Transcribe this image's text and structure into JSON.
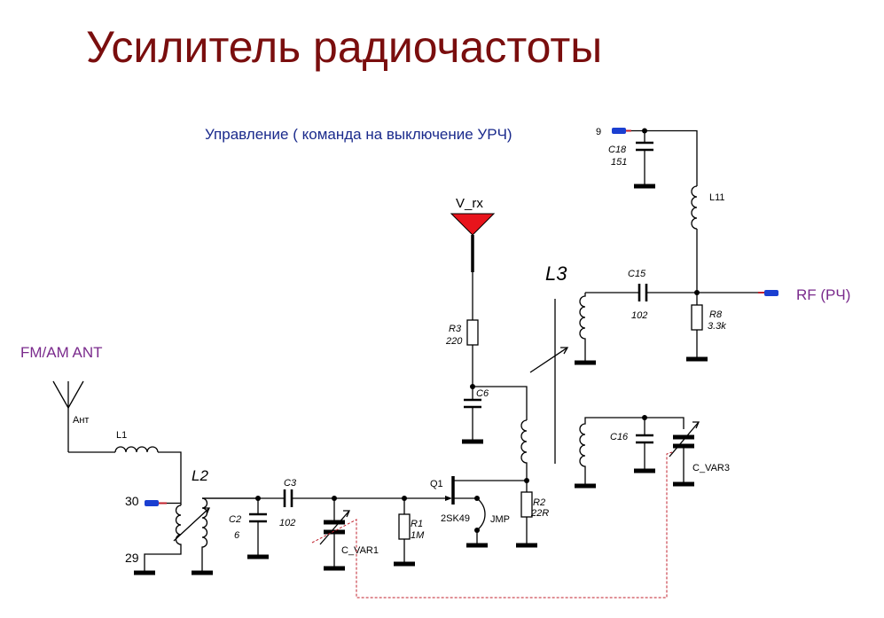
{
  "diagram": {
    "title": "Усилитель радиочастоты",
    "control_label": "Управление ( команда на выключение УРЧ)",
    "control_pin": "9",
    "antenna_label": "FM/AM ANT",
    "antenna_tag": "Ант",
    "rf_out_label": "RF (РЧ)",
    "vrx_label": "V_rx",
    "pin_30": "30",
    "pin_29": "29",
    "components": {
      "L1": "L1",
      "L2": "L2",
      "L3": "L3",
      "L11": "L11",
      "C2": "C2",
      "C2_val": "6",
      "C3": "C3",
      "C3_val": "102",
      "C6": "C6",
      "C15": "C15",
      "C15_val": "102",
      "C16": "C16",
      "C18": "C18",
      "C18_val": "151",
      "R1": "R1",
      "R1_val": "1M",
      "R2": "R2",
      "R2_val": "22R",
      "R3": "R3",
      "R3_val": "220",
      "R8": "R8",
      "R8_val": "3.3k",
      "Q1": "Q1",
      "Q1_type": "2SK49",
      "JMP": "JMP",
      "CVAR1": "C_VAR1",
      "CVAR3": "C_VAR3"
    },
    "colors": {
      "title": "#7a0e0e",
      "control": "#1a2a8c",
      "purple": "#7a2a8c",
      "vrx_triangle": "#e8141c",
      "connector": "#1b3fd1",
      "gang_link": "#c0202c"
    }
  }
}
